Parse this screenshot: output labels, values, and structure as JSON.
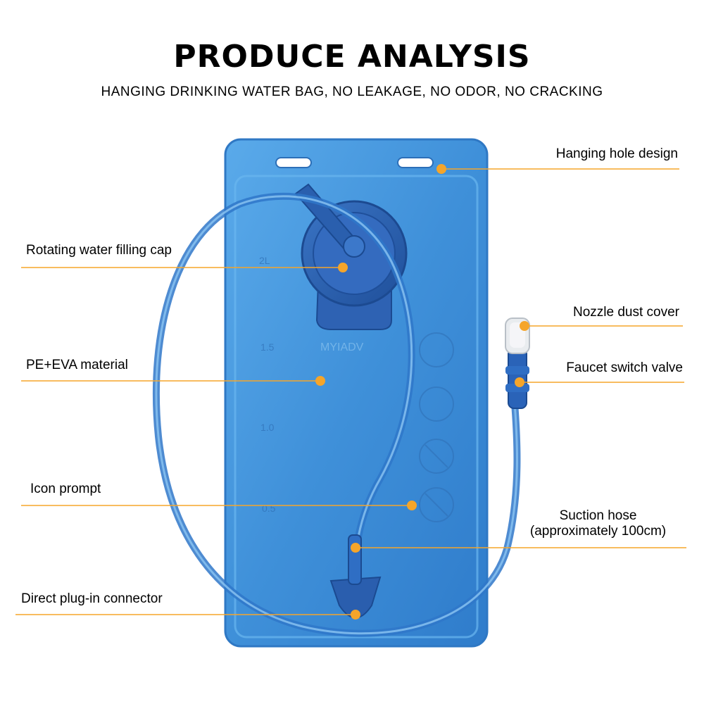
{
  "header": {
    "title": "PRODUCE ANALYSIS",
    "subtitle": "HANGING DRINKING WATER BAG, NO LEAKAGE, NO ODOR, NO CRACKING"
  },
  "callouts": {
    "hanging_hole": "Hanging hole design",
    "filling_cap": "Rotating water filling cap",
    "nozzle_cover": "Nozzle dust cover",
    "material": "PE+EVA material",
    "faucet_valve": "Faucet switch valve",
    "icon_prompt": "Icon prompt",
    "suction_hose_line1": "Suction hose",
    "suction_hose_line2": "(approximately 100cm)",
    "plug_connector": "Direct plug-in connector"
  },
  "product": {
    "watermark_text": "MYIADV",
    "scale_marks": [
      "2L",
      "1.5",
      "1.0",
      "0.5"
    ]
  },
  "colors": {
    "leader_line": "#f5a52a",
    "marker": "#f5a52a",
    "bladder": "#4a9be0",
    "tube": "#2f77c9",
    "cap": "#2b5fb0"
  }
}
